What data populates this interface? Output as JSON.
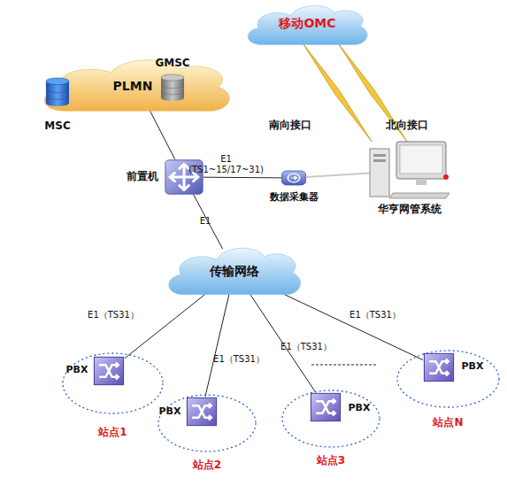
{
  "diagram": {
    "nodes": [
      {
        "text": [
          "移动OMC"
        ]
      },
      {
        "text": [
          "PLMN"
        ]
      },
      {
        "text": [
          "MSC"
        ],
        "in": 1
      },
      {
        "text": [
          "GMSC"
        ],
        "in": 1
      },
      {
        "text": [
          "前置机"
        ]
      },
      {
        "text": [
          "数据采集器"
        ]
      },
      {
        "text": [
          "华亨网管系统"
        ]
      },
      {
        "text": [
          "传输网络"
        ]
      },
      {
        "text": [
          "站点1"
        ]
      },
      {
        "text": [
          "PBX"
        ],
        "in": 8
      },
      {
        "text": [
          "站点2"
        ]
      },
      {
        "text": [
          "PBX"
        ],
        "in": 10
      },
      {
        "text": [
          "站点3"
        ]
      },
      {
        "text": [
          "PBX"
        ],
        "in": 12
      },
      {
        "text": [
          "站点N"
        ]
      },
      {
        "text": [
          "PBX"
        ],
        "in": 14
      }
    ],
    "edges": [
      {
        "from": 1,
        "to": 4,
        "arrow": "none"
      },
      {
        "from": 4,
        "to": 5,
        "label": "E1 (TS1~15/17~31)",
        "arrow": "none"
      },
      {
        "from": 5,
        "to": 6,
        "arrow": "none"
      },
      {
        "from": 0,
        "to": 6,
        "label": "南向接口",
        "arrow": "none"
      },
      {
        "from": 0,
        "to": 6,
        "label": "北向接口",
        "arrow": "none"
      },
      {
        "from": 4,
        "to": 7,
        "label": "E1",
        "arrow": "none"
      },
      {
        "from": 7,
        "to": 9,
        "label": "E1（TS31）",
        "arrow": "none"
      },
      {
        "from": 7,
        "to": 11,
        "label": "E1（TS31）",
        "arrow": "none"
      },
      {
        "from": 7,
        "to": 13,
        "label": "E1（TS31）",
        "arrow": "none"
      },
      {
        "from": 7,
        "to": 15,
        "label": "E1（TS31）",
        "arrow": "none"
      }
    ]
  }
}
